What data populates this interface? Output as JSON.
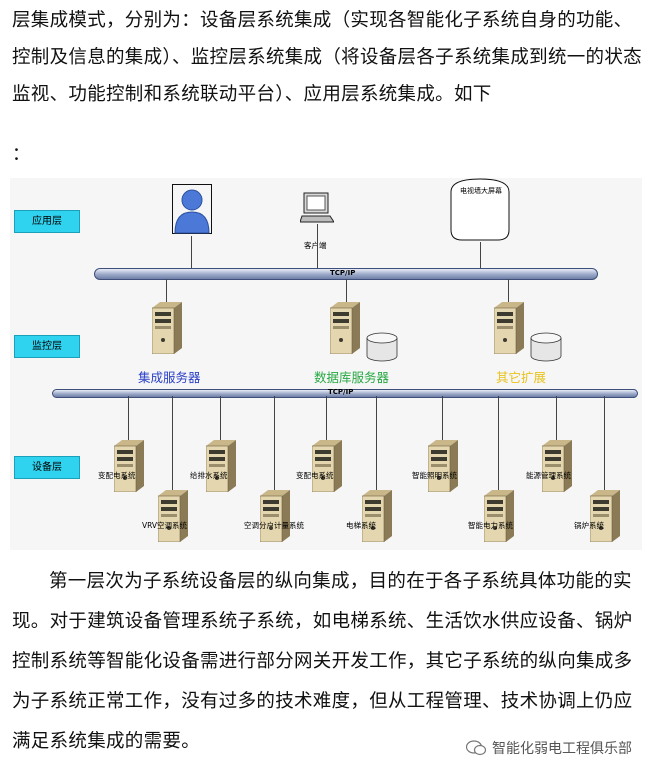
{
  "paragraph_top": "层集成模式，分别为：设备层系统集成（实现各智能化子系统自身的功能、控制及信息的集成）、监控层系统集成（将设备层各子系统集成到统一的状态监视、功能控制和系统联动平台）、应用层系统集成。如下",
  "colon": "：",
  "diagram": {
    "layers": {
      "application": "应用层",
      "monitor": "监控层",
      "device": "设备层"
    },
    "client_label": "客户端",
    "screen_label": "电视墙大屏幕",
    "bus_top_label": "TCP/IP",
    "bus_mid_label": "TCP/IP",
    "servers": {
      "integration": "集成服务器",
      "database": "数据库服务器",
      "other": "其它扩展"
    },
    "server_colors": {
      "integration": "#2a3fc8",
      "database": "#27a842",
      "other": "#e8c21a"
    },
    "devices_top": [
      "变配电系统",
      "给排水系统",
      "变配电系统",
      "智能照明系统",
      "能源管理系统"
    ],
    "devices_bottom": [
      "VRV空调系统",
      "空调分户计量系统",
      "电梯系统",
      "智能电力系统",
      "锅炉系统"
    ]
  },
  "paragraph_bottom": "第一层次为子系统设备层的纵向集成，目的在于各子系统具体功能的实现。对于建筑设备管理系统子系统，如电梯系统、生活饮水供应设备、锅炉控制系统等智能化设备需进行部分网关开发工作，其它子系统的纵向集成多为子系统正常工作，没有过多的技术难度，但从工程管理、技术协调上仍应满足系统集成的需要。",
  "watermark": "智能化弱电工程俱乐部"
}
